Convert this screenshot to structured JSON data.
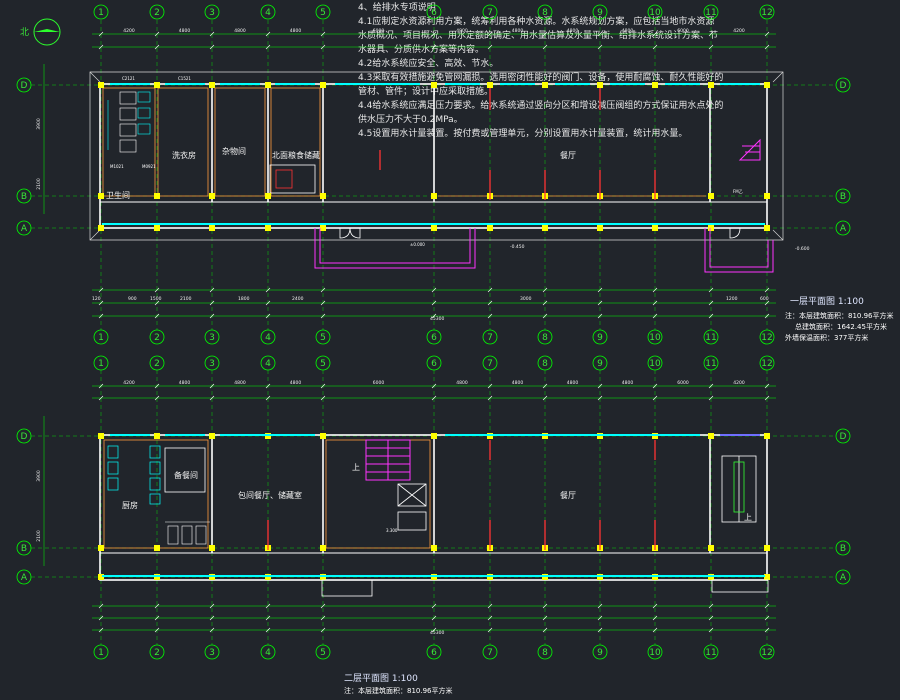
{
  "north_symbol": "北",
  "notes": {
    "lines": [
      "4、给排水专项说明",
      "4.1应制定水资源利用方案，统筹利用各种水资源。水系统规划方案，应包括当地市水资源",
      "水质概况、项目概况、用水定额的确定、用水量估算及水量平衡、给排水系统设计方案、节",
      "水器具、分质供水方案等内容。",
      "4.2给水系统应安全、高效、节水。",
      "4.3采取有效措施避免管网漏损。选用密闭性能好的阀门、设备，使用耐腐蚀、耐久性能好的",
      "管材、管件；设计中应采取措施。",
      "4.4给水系统应满足压力要求。给水系统通过竖向分区和增设减压阀组的方式保证用水点处的",
      "供水压力不大于0.2MPa。",
      "4.5设置用水计量装置。按付费或管理单元，分别设置用水计量装置，统计用水量。"
    ]
  },
  "axes": {
    "columns": [
      "1",
      "2",
      "3",
      "4",
      "5",
      "6",
      "7",
      "8",
      "9",
      "10",
      "11",
      "12"
    ],
    "rows": [
      "D",
      "B",
      "A"
    ]
  },
  "plan1": {
    "title": "一层平面图  1:100",
    "area_notes": [
      "注：本层建筑面积：810.96平方米",
      "总建筑面积：1642.45平方米",
      "外墙保温面积：377平方米"
    ],
    "rooms": [
      {
        "id": "toilet",
        "label": "卫生间"
      },
      {
        "id": "laundry",
        "label": "洗衣房"
      },
      {
        "id": "storage",
        "label": "杂物间"
      },
      {
        "id": "grain",
        "label": "北面粮食储藏"
      },
      {
        "id": "canteen",
        "label": "餐厅"
      }
    ],
    "levels": {
      "entrance": "-0.450",
      "corner": "-0.600"
    },
    "total_dim": "45300"
  },
  "plan2": {
    "title": "二层平面图  1:100",
    "area_notes": [
      "注：本层建筑面积：810.96平方米"
    ],
    "rooms": [
      {
        "id": "kitchen",
        "label": "厨房"
      },
      {
        "id": "prep",
        "label": "备餐间"
      },
      {
        "id": "main",
        "label": "包间餐厅、储藏室"
      },
      {
        "id": "dining2",
        "label": "餐厅"
      }
    ],
    "levels": {
      "upstairs": "上"
    },
    "total_dim": "45300"
  },
  "dims": {
    "bay_segments": [
      "4200",
      "4800",
      "4800",
      "4800",
      "6000",
      "4800",
      "4800",
      "4800",
      "4800",
      "6000",
      "4200"
    ],
    "side_dims": [
      "3900",
      "2100"
    ],
    "fragments": [
      "120",
      "900",
      "1500",
      "2100",
      "1800",
      "2400",
      "3000",
      "1200",
      "600",
      "M1021",
      "C2121",
      "C1521",
      "M0921",
      "FM乙",
      "3.300",
      "±0.000"
    ]
  },
  "colors": {
    "background": "#21252b",
    "axis": "#00ff00",
    "wall": "#ffffff",
    "column": "#ffff00",
    "window": "#00ffff",
    "accent": "#ff00ff",
    "red": "#ff3333",
    "orange": "#ff9a3c"
  }
}
